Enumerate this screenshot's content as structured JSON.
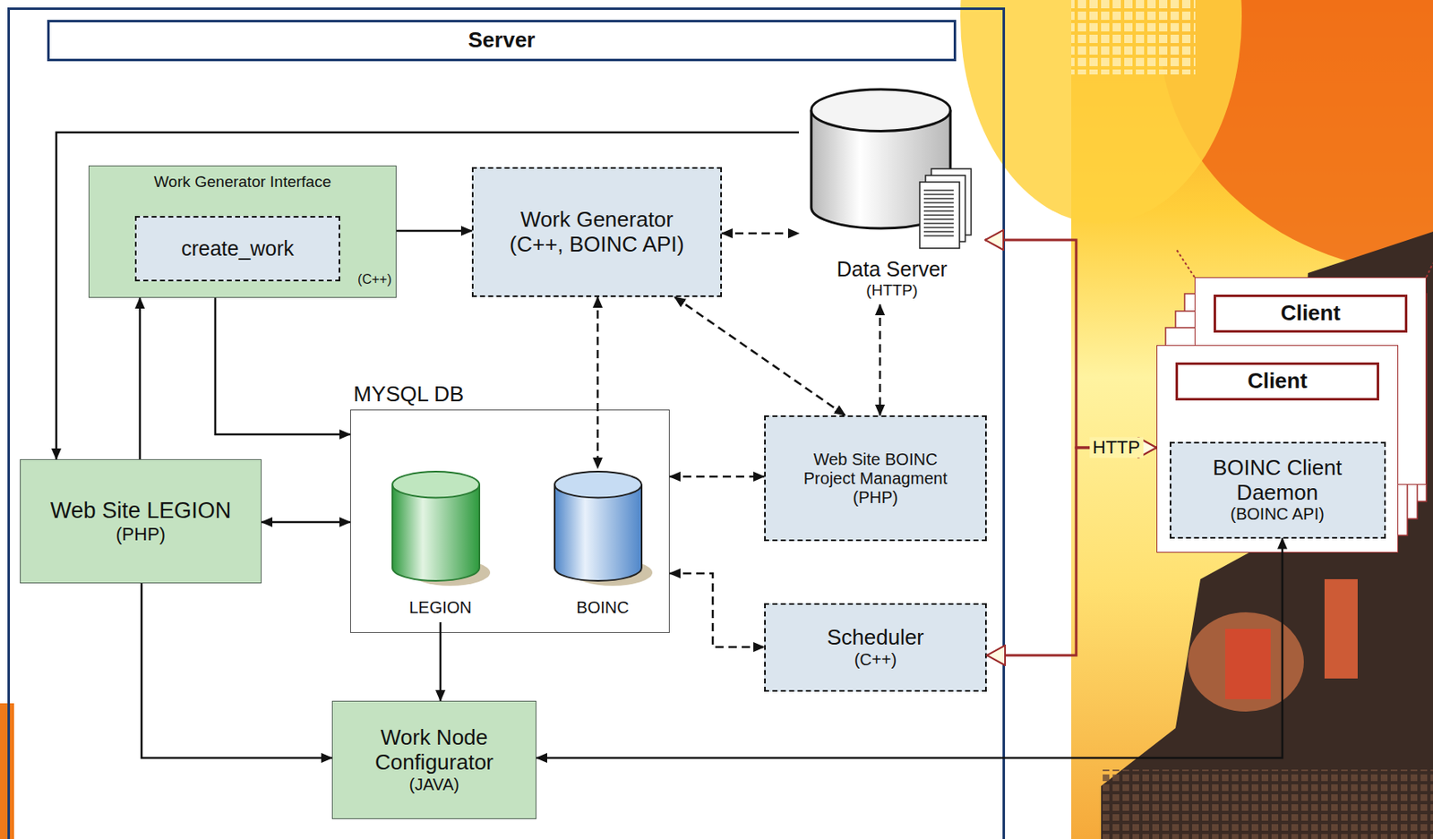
{
  "diagram": {
    "nodes": [
      {
        "text": [
          "Server"
        ]
      },
      {
        "text": [
          "Work Generator Interface",
          "(C++)"
        ],
        "in": 0
      },
      {
        "text": [
          "create_work"
        ],
        "in": 1
      },
      {
        "text": [
          "Work Generator (C++, BOINC API)"
        ],
        "in": 0
      },
      {
        "text": [
          "Data Server",
          "(HTTP)"
        ],
        "in": 0
      },
      {
        "text": [
          "MYSQL DB"
        ],
        "in": 0
      },
      {
        "text": [
          "LEGION"
        ],
        "in": 5
      },
      {
        "text": [
          "BOINC"
        ],
        "in": 5
      },
      {
        "text": [
          "Web Site LEGION",
          "(PHP)"
        ],
        "in": 0
      },
      {
        "text": [
          "Web Site BOINC Project Managment (PHP)"
        ],
        "in": 0
      },
      {
        "text": [
          "Scheduler",
          "(C++)"
        ],
        "in": 0
      },
      {
        "text": [
          "Work Node Configurator",
          "(JAVA)"
        ],
        "in": 0
      },
      {
        "text": [
          "Client"
        ]
      },
      {
        "text": [
          "Client"
        ]
      },
      {
        "text": [
          "BOINC Client Daemon",
          "(BOINC API)"
        ],
        "in": 13
      }
    ],
    "edges": [
      {
        "from": 4,
        "to": 8,
        "arrow": "to"
      },
      {
        "from": 1,
        "to": 3,
        "arrow": "to"
      },
      {
        "from": 8,
        "to": 1,
        "arrow": "to"
      },
      {
        "from": 1,
        "to": 5,
        "arrow": "to"
      },
      {
        "from": 3,
        "to": 4,
        "arrow": "both"
      },
      {
        "from": 3,
        "to": 7,
        "arrow": "both"
      },
      {
        "from": 3,
        "to": 9,
        "arrow": "both"
      },
      {
        "from": 4,
        "to": 9,
        "arrow": "both"
      },
      {
        "from": 8,
        "to": 5,
        "arrow": "both"
      },
      {
        "from": 5,
        "to": 9,
        "arrow": "both"
      },
      {
        "from": 5,
        "to": 10,
        "arrow": "both"
      },
      {
        "from": 6,
        "to": 11,
        "arrow": "to"
      },
      {
        "from": 8,
        "to": 11,
        "arrow": "to"
      },
      {
        "from": 14,
        "to": 11,
        "arrow": "both"
      },
      {
        "from": 4,
        "to": 13,
        "arrow": "both",
        "label": "HTTP"
      },
      {
        "from": 10,
        "to": 13,
        "arrow": "both"
      }
    ]
  }
}
